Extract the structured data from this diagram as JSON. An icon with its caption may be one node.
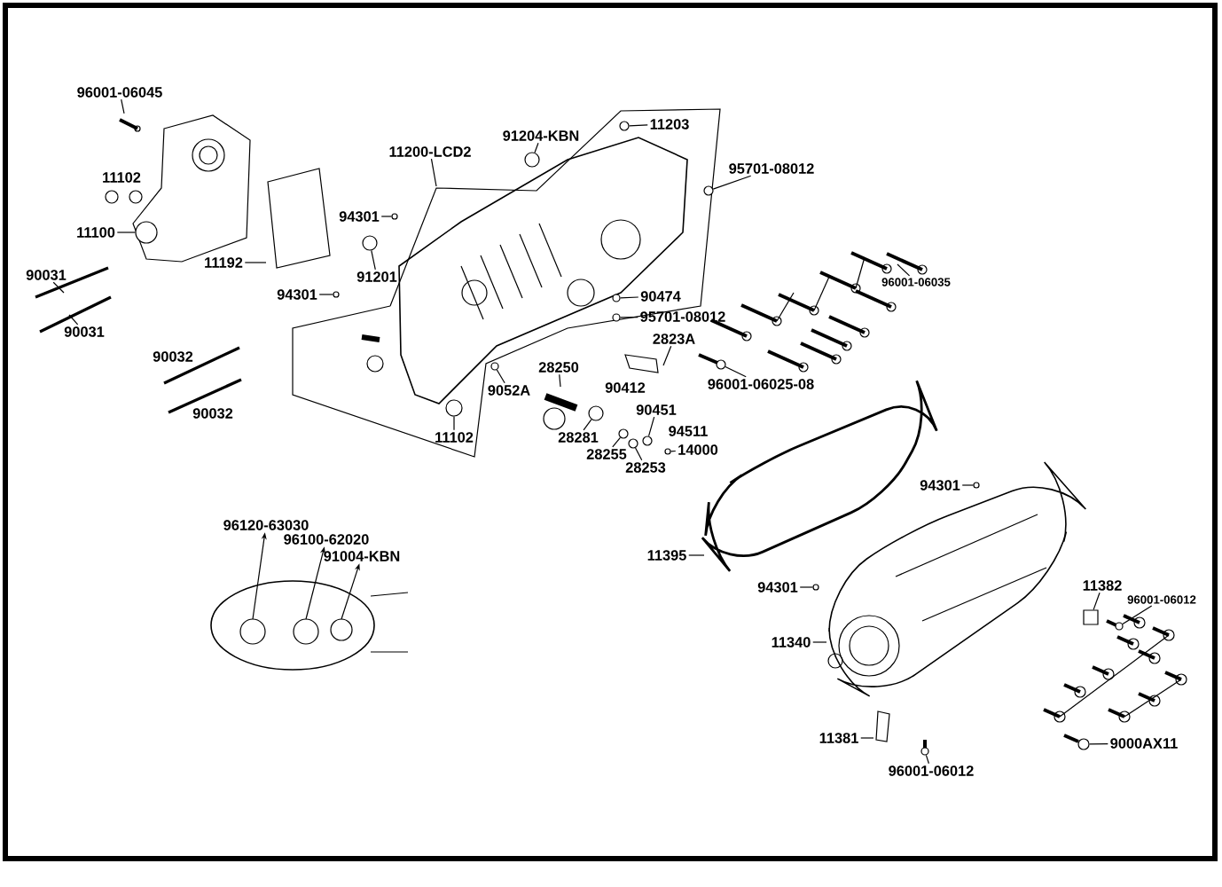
{
  "diagram": {
    "nodes": [
      {
        "text": [
          "96001-06045"
        ]
      },
      {
        "text": [
          "11102"
        ]
      },
      {
        "text": [
          "11100"
        ]
      },
      {
        "text": [
          "11192"
        ]
      },
      {
        "text": [
          "90031"
        ]
      },
      {
        "text": [
          "90031"
        ]
      },
      {
        "text": [
          "90032"
        ]
      },
      {
        "text": [
          "90032"
        ]
      },
      {
        "text": [
          "11200-LCD2"
        ]
      },
      {
        "text": [
          "91204-KBN"
        ]
      },
      {
        "text": [
          "11203"
        ]
      },
      {
        "text": [
          "95701-08012"
        ]
      },
      {
        "text": [
          "94301"
        ]
      },
      {
        "text": [
          "91201"
        ]
      },
      {
        "text": [
          "94301"
        ]
      },
      {
        "text": [
          "90474"
        ]
      },
      {
        "text": [
          "95701-08012"
        ]
      },
      {
        "text": [
          "96001-06035"
        ]
      },
      {
        "text": [
          "2823A"
        ]
      },
      {
        "text": [
          "28250"
        ]
      },
      {
        "text": [
          "90412"
        ]
      },
      {
        "text": [
          "9052A"
        ]
      },
      {
        "text": [
          "96001-06025-08"
        ]
      },
      {
        "text": [
          "90451"
        ]
      },
      {
        "text": [
          "11102"
        ]
      },
      {
        "text": [
          "94511"
        ]
      },
      {
        "text": [
          "14000"
        ]
      },
      {
        "text": [
          "28281"
        ]
      },
      {
        "text": [
          "28255"
        ]
      },
      {
        "text": [
          "28253"
        ]
      },
      {
        "text": [
          "94301"
        ]
      },
      {
        "text": [
          "96120-63030"
        ]
      },
      {
        "text": [
          "96100-62020"
        ]
      },
      {
        "text": [
          "91004-KBN"
        ]
      },
      {
        "text": [
          "11395"
        ]
      },
      {
        "text": [
          "94301"
        ]
      },
      {
        "text": [
          "11382"
        ]
      },
      {
        "text": [
          "96001-06012"
        ]
      },
      {
        "text": [
          "11340"
        ]
      },
      {
        "text": [
          "11381"
        ]
      },
      {
        "text": [
          "9000AX11"
        ]
      },
      {
        "text": [
          "96001-06012"
        ]
      },
      {
        "text": [],
        "shape": "circle"
      },
      {
        "text": [],
        "shape": "circle"
      },
      {
        "text": [],
        "shape": "circle"
      },
      {
        "text": [],
        "shape": "circle"
      },
      {
        "text": [],
        "shape": "circle"
      },
      {
        "text": [],
        "shape": "circle"
      },
      {
        "text": [],
        "shape": "circle"
      },
      {
        "text": [],
        "shape": "circle"
      },
      {
        "text": [],
        "shape": "circle"
      },
      {
        "text": [],
        "shape": "circle"
      },
      {
        "text": [],
        "shape": "circle"
      },
      {
        "text": [],
        "shape": "circle"
      },
      {
        "text": [],
        "shape": "circle"
      },
      {
        "text": [],
        "shape": "circle"
      },
      {
        "text": [],
        "shape": "circle"
      },
      {
        "text": [],
        "shape": "circle"
      },
      {
        "text": [],
        "shape": "circle"
      },
      {
        "text": [],
        "shape": "circle"
      },
      {
        "text": [],
        "shape": "circle"
      },
      {
        "text": [],
        "shape": "box"
      },
      {
        "text": [],
        "shape": "circle"
      },
      {
        "text": [],
        "shape": "circle"
      },
      {
        "text": [],
        "shape": "circle"
      }
    ],
    "edges": [
      {
        "from": 0,
        "to": null,
        "arrow": "none"
      },
      {
        "from": 2,
        "to": 42,
        "arrow": "none"
      },
      {
        "from": 3,
        "to": null,
        "arrow": "none"
      },
      {
        "from": 4,
        "to": null,
        "arrow": "none"
      },
      {
        "from": 5,
        "to": null,
        "arrow": "none"
      },
      {
        "from": 8,
        "to": null,
        "arrow": "none"
      },
      {
        "from": 9,
        "to": 43,
        "arrow": "none"
      },
      {
        "from": 10,
        "to": 44,
        "arrow": "none"
      },
      {
        "from": 11,
        "to": 45,
        "arrow": "none"
      },
      {
        "from": 12,
        "to": 46,
        "arrow": "none"
      },
      {
        "from": 13,
        "to": 47,
        "arrow": "none"
      },
      {
        "from": 14,
        "to": 48,
        "arrow": "none"
      },
      {
        "from": 15,
        "to": 49,
        "arrow": "none"
      },
      {
        "from": 16,
        "to": 50,
        "arrow": "none"
      },
      {
        "from": 17,
        "to": null,
        "arrow": "none"
      },
      {
        "from": 18,
        "to": null,
        "arrow": "none"
      },
      {
        "from": 19,
        "to": null,
        "arrow": "none"
      },
      {
        "from": 21,
        "to": 51,
        "arrow": "none"
      },
      {
        "from": 22,
        "to": 52,
        "arrow": "none"
      },
      {
        "from": 23,
        "to": 53,
        "arrow": "none"
      },
      {
        "from": 24,
        "to": 54,
        "arrow": "none"
      },
      {
        "from": 26,
        "to": 55,
        "arrow": "none"
      },
      {
        "from": 27,
        "to": 56,
        "arrow": "none"
      },
      {
        "from": 28,
        "to": 57,
        "arrow": "none"
      },
      {
        "from": 29,
        "to": 58,
        "arrow": "none"
      },
      {
        "from": 30,
        "to": 59,
        "arrow": "none"
      },
      {
        "from": null,
        "to": 31,
        "arrow": "to"
      },
      {
        "from": null,
        "to": 32,
        "arrow": "to"
      },
      {
        "from": null,
        "to": 33,
        "arrow": "to"
      },
      {
        "from": 34,
        "to": null,
        "arrow": "none"
      },
      {
        "from": 35,
        "to": 60,
        "arrow": "none"
      },
      {
        "from": 36,
        "to": 61,
        "arrow": "none"
      },
      {
        "from": 37,
        "to": 62,
        "arrow": "none"
      },
      {
        "from": 38,
        "to": null,
        "arrow": "none"
      },
      {
        "from": 39,
        "to": null,
        "arrow": "none"
      },
      {
        "from": 40,
        "to": 63,
        "arrow": "none"
      },
      {
        "from": 41,
        "to": 64,
        "arrow": "none"
      }
    ]
  }
}
